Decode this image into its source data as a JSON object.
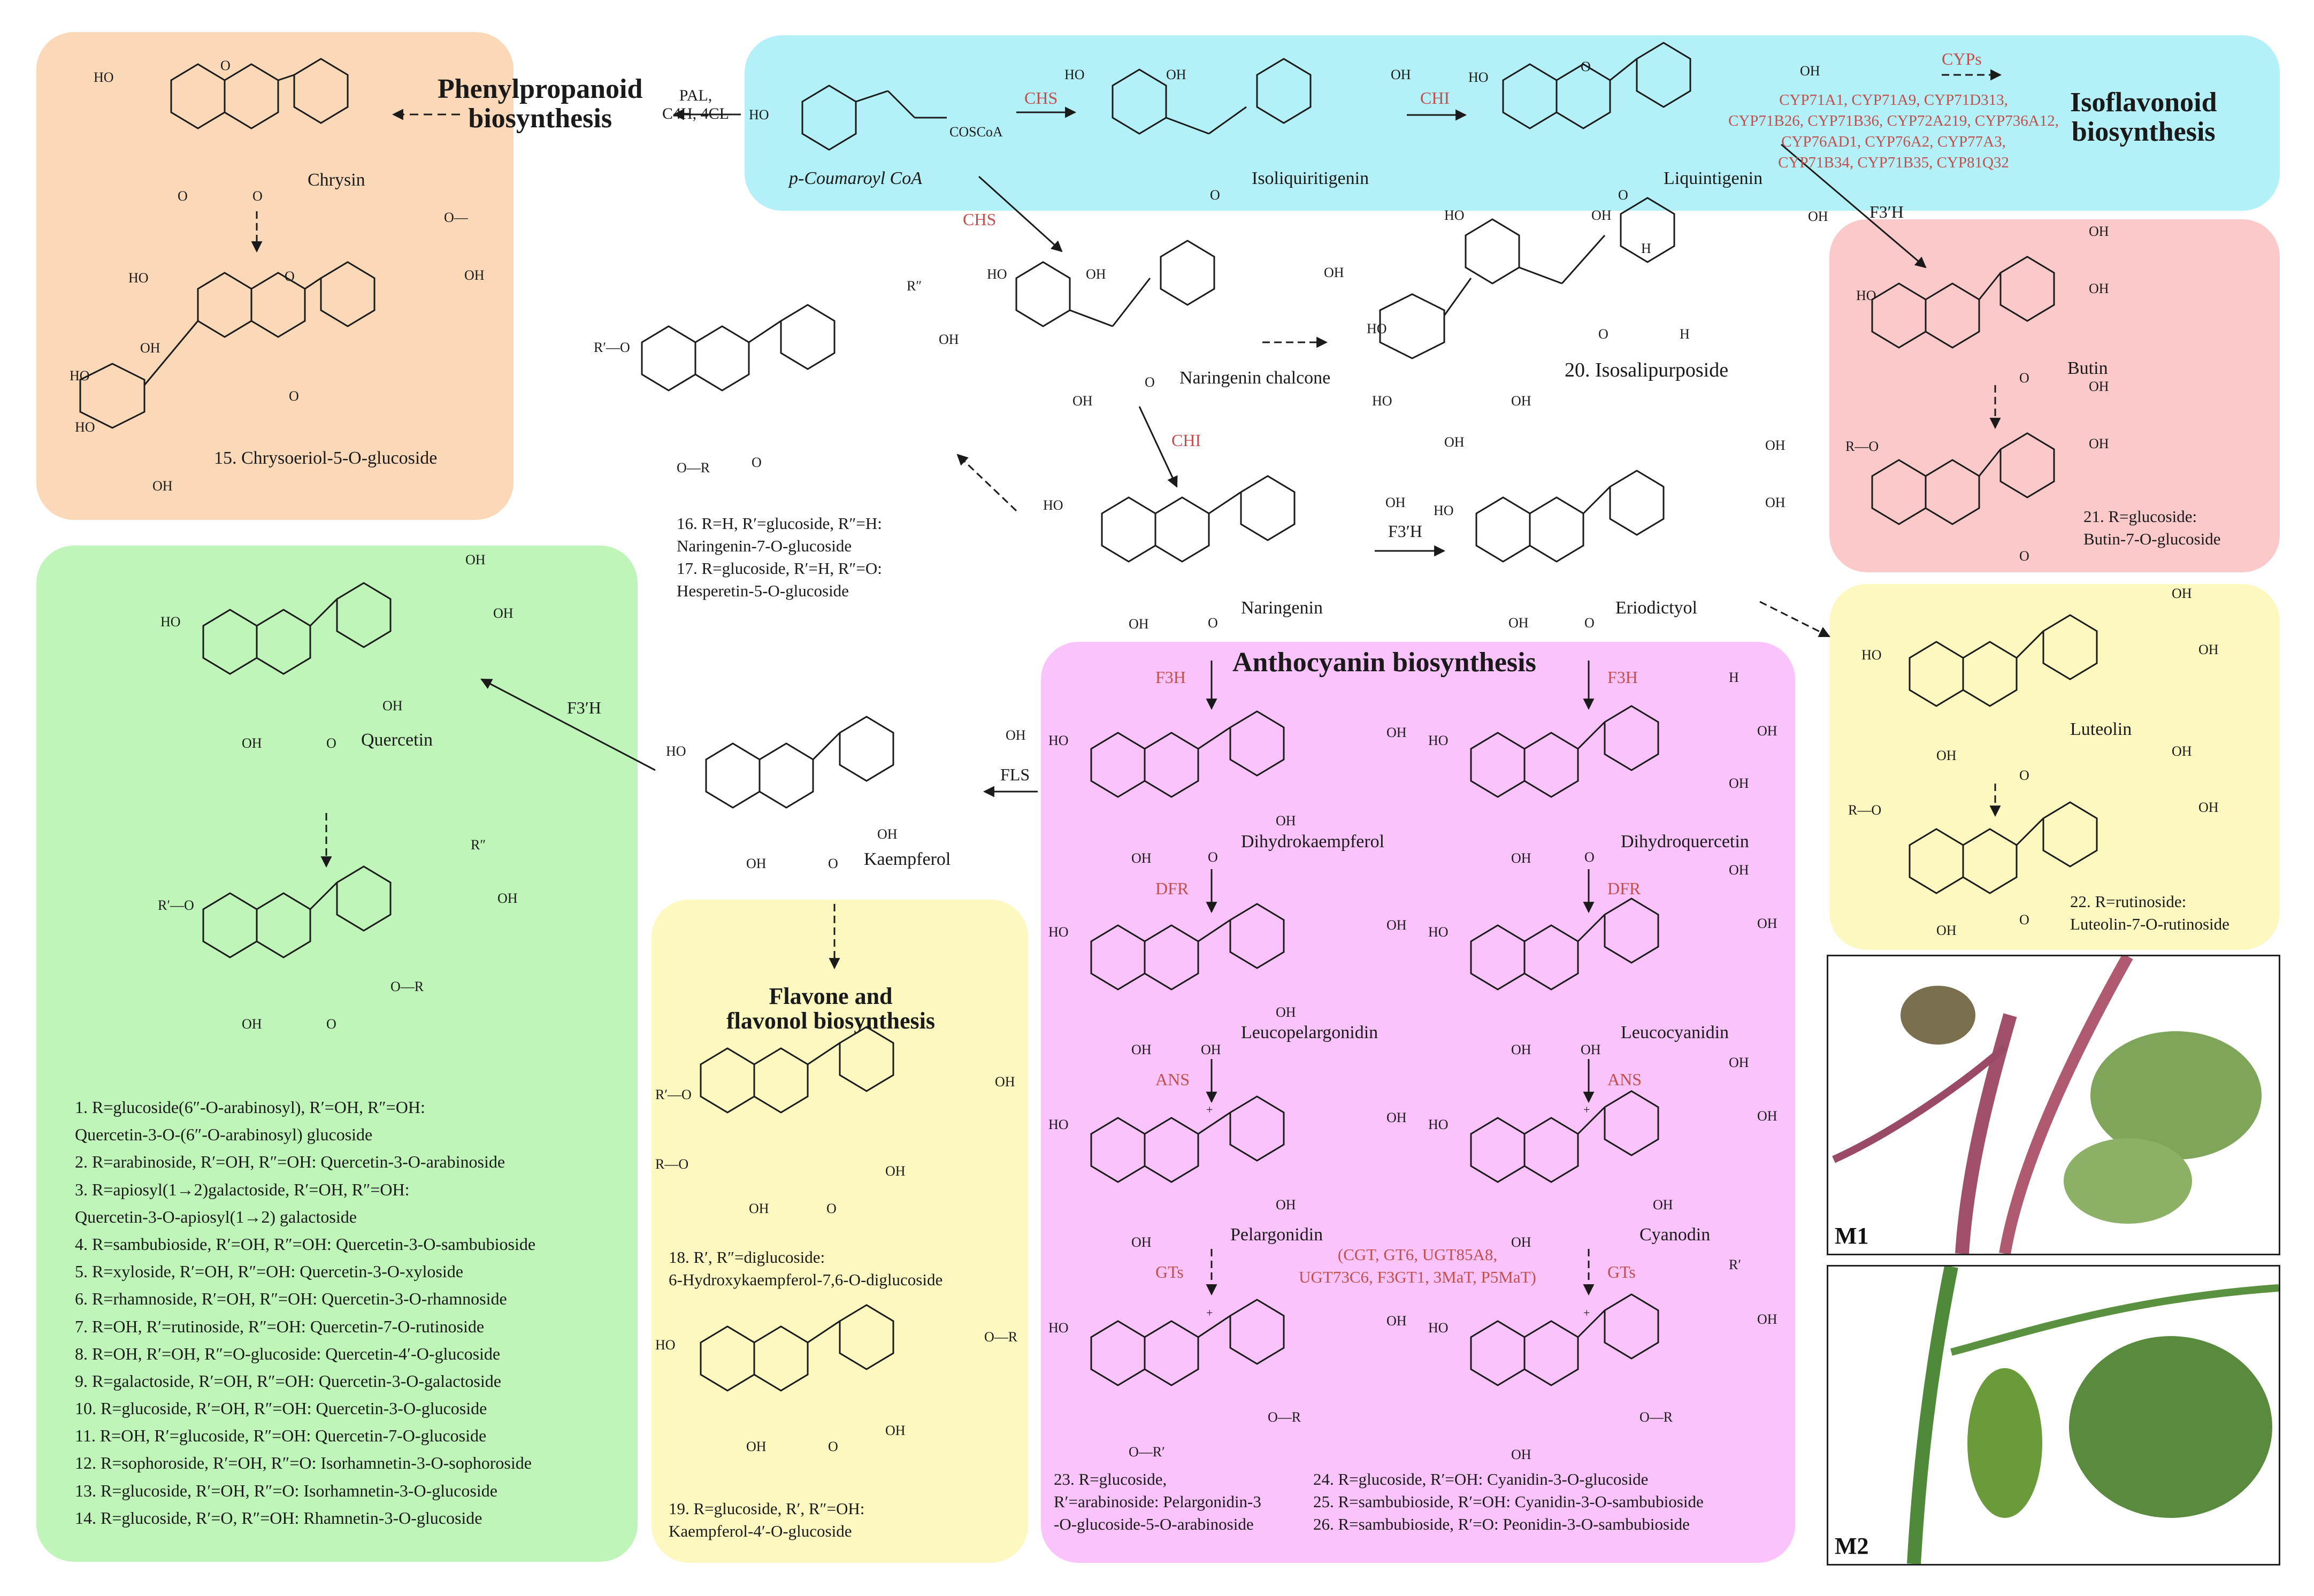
{
  "colors": {
    "phenylpropanoid_panel": "#fbd9b8",
    "isoflavonoid_panel": "#b3f0f7",
    "green_panel": "#bff5b8",
    "pink_panel": "#fbc9c9",
    "yellow_panel": "#fdf8c0",
    "anthocyanin_panel": "#fbc3fb",
    "enzyme_red": "#c0504d",
    "arrow": "#1a1a1a"
  },
  "headings": {
    "phenylpropanoid": "Phenylpropanoid\nbiosynthesis",
    "isoflavonoid": "Isoflavonoid\nbiosynthesis",
    "anthocyanin": "Anthocyanin biosynthesis",
    "flavone": "Flavone and\nflavonol biosynthesis"
  },
  "compounds": {
    "chrysin": "Chrysin",
    "chrysoeriol": "15. Chrysoeriol-5-O-glucoside",
    "coumaroyl": "p-Coumaroyl CoA",
    "coumaroyl_coa_group": "COSCoA",
    "isoliquiritigenin": "Isoliquiritigenin",
    "liquintigenin": "Liquintigenin",
    "naringenin_chalcone": "Naringenin chalcone",
    "isosalipurposide": "20. Isosalipurposide",
    "butin": "Butin",
    "butin_glucoside": "21. R=glucoside:\nButin-7-O-glucoside",
    "naringenin": "Naringenin",
    "eriodictyol": "Eriodictyol",
    "naringenin_derivs": "16. R=H, R′=glucoside, R″=H:\nNaringenin-7-O-glucoside\n17. R=glucoside, R′=H, R″=O:\nHesperetin-5-O-glucoside",
    "quercetin": "Quercetin",
    "kaempferol": "Kaempferol",
    "luteolin": "Luteolin",
    "luteolin_glucoside": "22. R=rutinoside:\nLuteolin-7-O-rutinoside",
    "dihydrokaempferol": "Dihydrokaempferol",
    "dihydroquercetin": "Dihydroquercetin",
    "leucopelargonidin": "Leucopelargonidin",
    "leucocyanidin": "Leucocyanidin",
    "pelargonidin": "Pelargonidin",
    "cyanodin": "Cyanodin",
    "hydroxykaempferol": "18. R′, R″=diglucoside:\n6-Hydroxykaempferol-7,6-O-diglucoside",
    "kaempferol_glucoside": "19. R=glucoside, R′, R″=OH:\nKaempferol-4′-O-glucoside",
    "pelargonidin_deriv": "23. R=glucoside,\nR′=arabinoside: Pelargonidin-3\n-O-glucoside-5-O-arabinoside",
    "cyanidin_derivs": "24. R=glucoside, R′=OH: Cyanidin-3-O-glucoside\n25. R=sambubioside, R′=OH: Cyanidin-3-O-sambubioside\n26. R=sambubioside, R′=O: Peonidin-3-O-sambubioside"
  },
  "quercetin_list": [
    "1. R=glucoside(6″-O-arabinosyl), R′=OH, R″=OH:",
    "Quercetin-3-O-(6″-O-arabinosyl) glucoside",
    "2. R=arabinoside, R′=OH, R″=OH: Quercetin-3-O-arabinoside",
    "3. R=apiosyl(1→2)galactoside, R′=OH, R″=OH:",
    "Quercetin-3-O-apiosyl(1→2) galactoside",
    "4. R=sambubioside, R′=OH, R″=OH: Quercetin-3-O-sambubioside",
    "5. R=xyloside, R′=OH, R″=OH: Quercetin-3-O-xyloside",
    "6. R=rhamnoside, R′=OH, R″=OH: Quercetin-3-O-rhamnoside",
    "7. R=OH, R′=rutinoside, R″=OH: Quercetin-7-O-rutinoside",
    "8. R=OH, R′=OH, R″=O-glucoside: Quercetin-4′-O-glucoside",
    "9. R=galactoside, R′=OH, R″=OH:  Quercetin-3-O-galactoside",
    "10. R=glucoside, R′=OH, R″=OH: Quercetin-3-O-glucoside",
    "11. R=OH, R′=glucoside, R″=OH: Quercetin-7-O-glucoside",
    "12. R=sophoroside, R′=OH, R″=O: Isorhamnetin-3-O-sophoroside",
    "13. R=glucoside, R′=OH, R″=O: Isorhamnetin-3-O-glucoside",
    "14. R=glucoside, R′=O, R″=OH: Rhamnetin-3-O-glucoside"
  ],
  "enzymes": {
    "pal": "PAL,\nC4H, 4CL",
    "chs1": "CHS",
    "chi1": "CHI",
    "cyps": "CYPs",
    "cyp_list": "CYP71A1, CYP71A9, CYP71D313,\nCYP71B26, CYP71B36, CYP72A219, CYP736A12,\nCYP76AD1, CYP76A2, CYP77A3,\nCYP71B34, CYP71B35, CYP81Q32",
    "chs2": "CHS",
    "chi2": "CHI",
    "f3h_butin": "F3′H",
    "f3h_erio": "F3′H",
    "f3h_quer": "F3′H",
    "fls": "FLS",
    "f3h_left": "F3H",
    "f3h_right": "F3H",
    "dfr_left": "DFR",
    "dfr_right": "DFR",
    "ans_left": "ANS",
    "ans_right": "ANS",
    "gts_left": "GTs",
    "gts_right": "GTs",
    "gt_list": "(CGT, GT6, UGT85A8,\nUGT73C6, F3GT1, 3MaT, P5MaT)"
  },
  "atoms": {
    "oh": "OH",
    "ho": "HO",
    "o": "O",
    "h": "H",
    "r_o": "R—O",
    "ro_prime": "R′—O",
    "o_r": "O—R",
    "o_rprime": "O—R′",
    "o_methyl": "O—",
    "r_dprime": "R″",
    "r_prime": "R′",
    "plus": "+"
  },
  "photos": {
    "m1": "M1",
    "m2": "M2"
  }
}
